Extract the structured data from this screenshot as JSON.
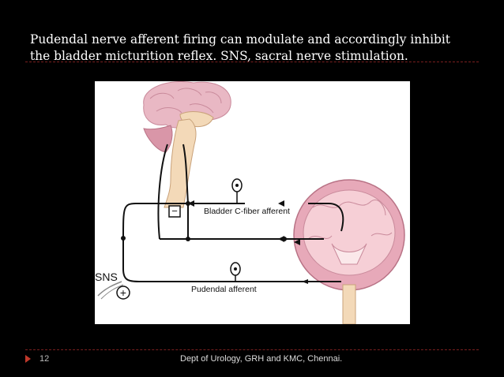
{
  "slide": {
    "title": "Pudendal nerve afferent firing can modulate and accordingly inhibit the bladder micturition reflex. SNS, sacral nerve stimulation.",
    "page_number": "12",
    "footer": "Dept of Urology, GRH and KMC, Chennai."
  },
  "figure": {
    "labels": {
      "bladder_afferent": "Bladder C-fiber afferent",
      "pudendal_afferent": "Pudendal afferent",
      "sns": "SNS",
      "minus": "−",
      "plus": "+"
    },
    "colors": {
      "brain": "#e9b8c4",
      "brainstem": "#f3d9b8",
      "bladder_wall": "#e7a9b9",
      "bladder_inner": "#f6cfd6",
      "line": "#111111"
    }
  }
}
